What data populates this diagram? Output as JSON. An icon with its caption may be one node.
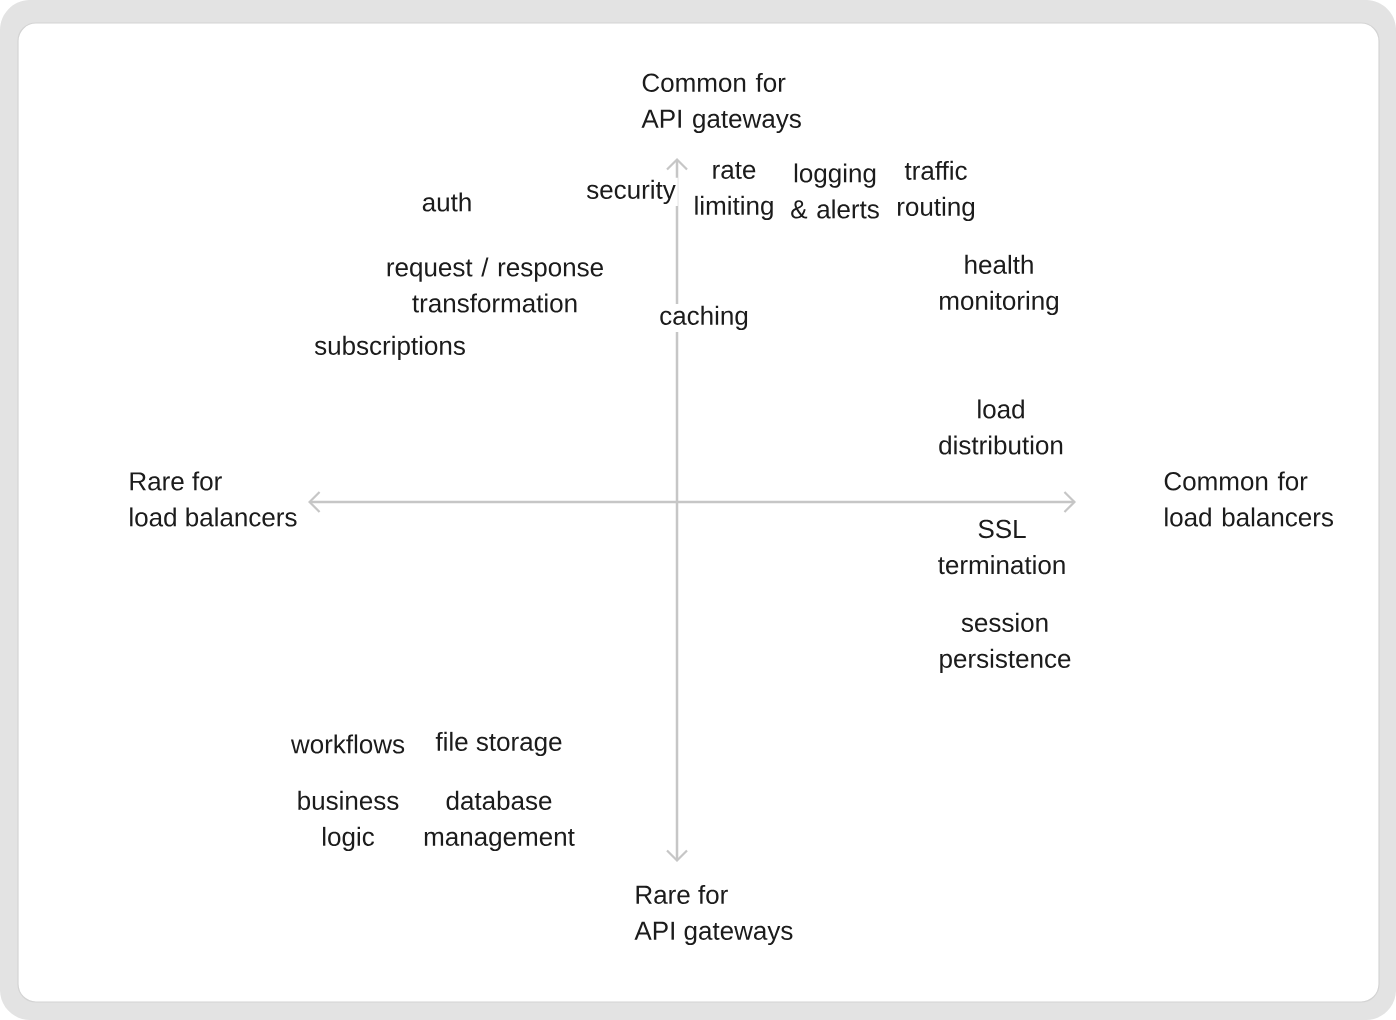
{
  "diagram": {
    "labels": [
      "Common for API gateways",
      "auth",
      "security",
      "rate limiting",
      "logging & alerts",
      "traffic routing",
      "request / response transformation",
      "health monitoring",
      "caching",
      "subscriptions",
      "load distribution",
      "Rare for load balancers",
      "Common for load balancers",
      "SSL termination",
      "session persistence",
      "workflows",
      "file storage",
      "business logic",
      "database management",
      "Rare for API gateways"
    ]
  }
}
